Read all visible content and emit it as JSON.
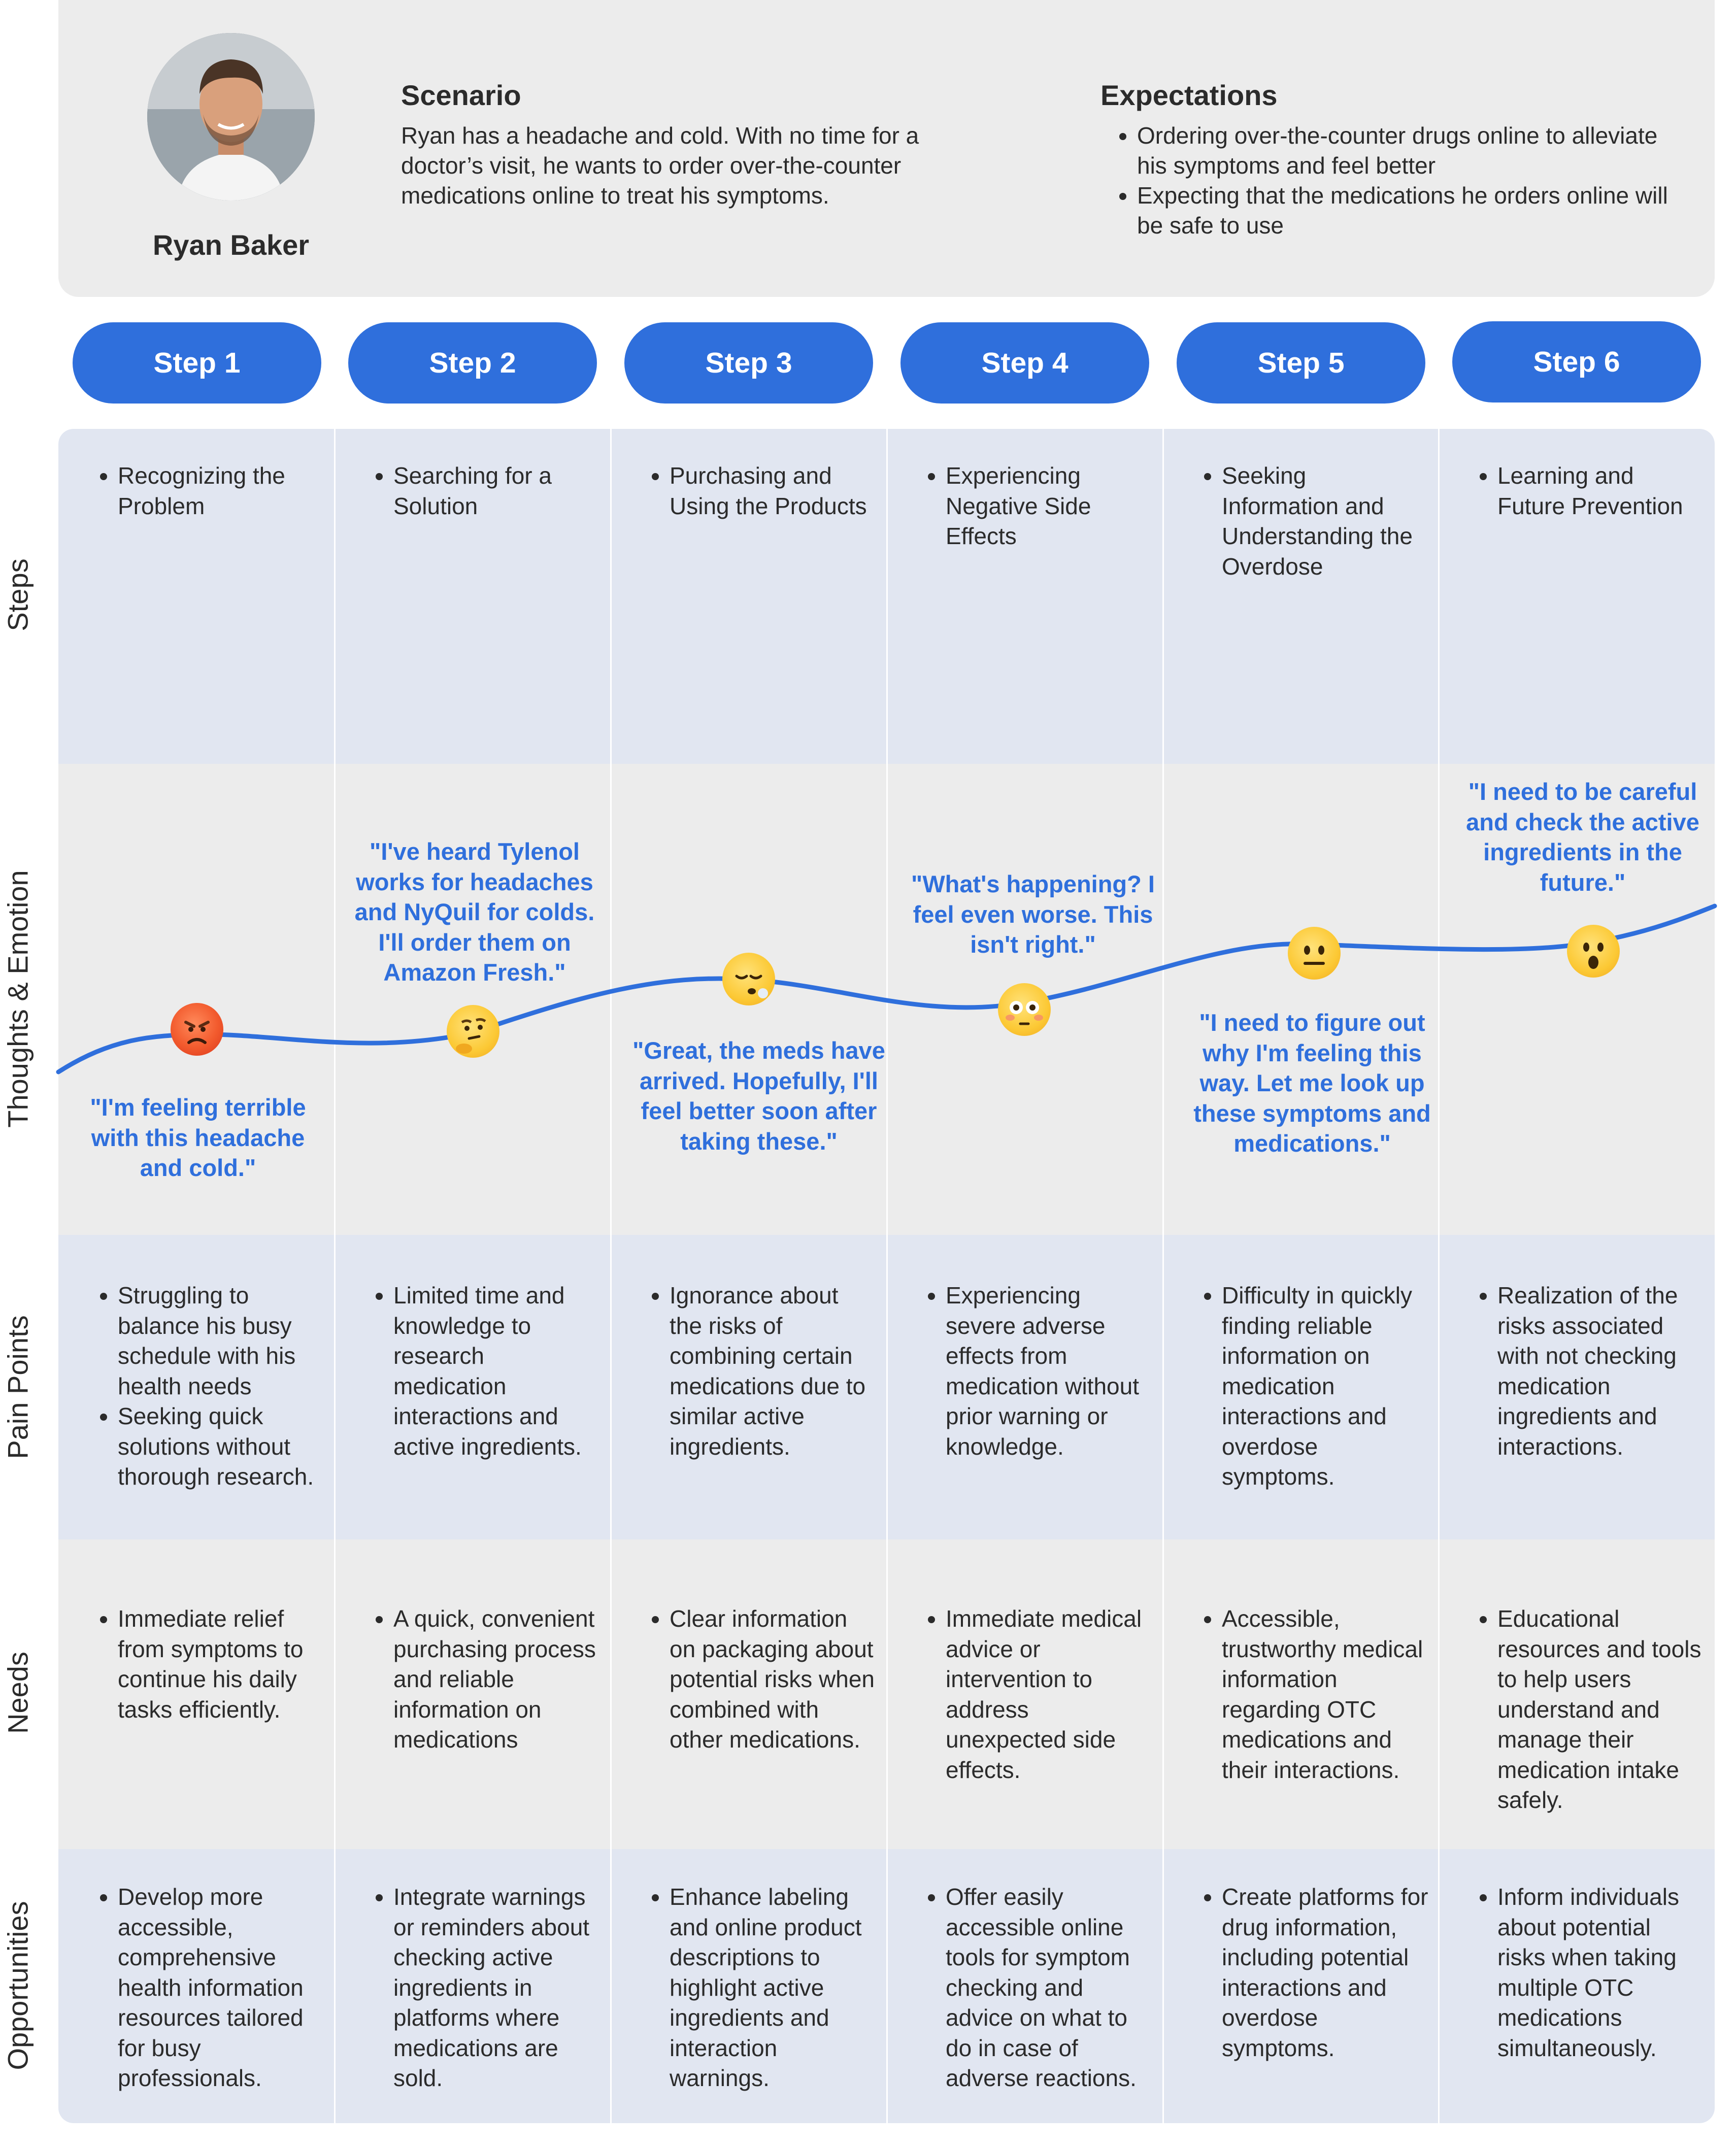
{
  "persona": {
    "name": "Ryan Baker",
    "scenario_title": "Scenario",
    "scenario_text": "Ryan has a headache and cold. With no time for a doctor’s visit, he wants to order over-the-counter medications online to treat his symptoms.",
    "expectations_title": "Expectations",
    "expectations": [
      "Ordering over-the-counter drugs online to alleviate his symptoms and feel better",
      "Expecting that the medications he orders online will be safe to use"
    ]
  },
  "steps": [
    "Step 1",
    "Step 2",
    "Step 3",
    "Step 4",
    "Step 5",
    "Step 6"
  ],
  "row_labels": {
    "steps": "Steps",
    "thoughts": "Thoughts & Emotion",
    "pain_points": "Pain Points",
    "needs": "Needs",
    "opportunities": "Opportunities"
  },
  "step_names": [
    "Recognizing the Problem",
    "Searching for a Solution",
    "Purchasing and Using the Products",
    "Experiencing Negative Side Effects",
    "Seeking Information and Understanding the Overdose",
    "Learning and Future Prevention"
  ],
  "thoughts": [
    "\"I'm feeling terrible with this headache and cold.\"",
    "\"I've heard Tylenol works for headaches and NyQuil for colds. I'll order them on Amazon Fresh.\"",
    "\"Great, the meds have arrived. Hopefully, I'll feel better soon after taking these.\"",
    "\"What's happening? I feel even worse. This isn't right.\"",
    "\"I need to figure out why I'm feeling this way. Let me look up these symptoms and medications.\"",
    "\"I need to be careful and check the active ingredients in the future.\""
  ],
  "emotions": [
    "angry-face-icon",
    "thinking-face-icon",
    "sighing-face-icon",
    "flushed-face-icon",
    "neutral-face-icon",
    "surprised-face-icon"
  ],
  "pain_points": [
    [
      "Struggling to balance his busy schedule with his health needs",
      "Seeking quick solutions without thorough research."
    ],
    [
      "Limited time and knowledge to research medication interactions and active ingredients."
    ],
    [
      "Ignorance about the risks of combining certain medications due to similar active ingredients."
    ],
    [
      "Experiencing severe adverse effects from medication without prior warning or knowledge."
    ],
    [
      "Difficulty in quickly finding reliable information on medication interactions and overdose symptoms."
    ],
    [
      "Realization of the risks associated with not checking medication ingredients and interactions."
    ]
  ],
  "needs": [
    "Immediate relief from symptoms to continue his daily tasks efficiently.",
    "A quick, convenient purchasing process and reliable information on medications",
    "Clear information on packaging about potential risks when combined with other medications.",
    "Immediate medical advice or intervention to address unexpected side effects.",
    "Accessible, trustworthy medical information regarding OTC medications and their interactions.",
    "Educational resources and tools to help users understand and manage their medication intake safely."
  ],
  "opportunities": [
    "Develop more accessible, comprehensive health information resources tailored for busy professionals.",
    "Integrate warnings or reminders about checking active ingredients in platforms where medications are sold.",
    "Enhance labeling and online product descriptions to highlight active ingredients and interaction warnings.",
    "Offer easily accessible online tools for symptom checking and advice on what to do in case of adverse reactions.",
    "Create platforms for drug information, including potential interactions and overdose symptoms.",
    "Inform individuals about potential risks when taking multiple OTC medications simultaneously."
  ],
  "colors": {
    "accent": "#2f6fdc",
    "band_blue": "#e1e6f1",
    "band_grey": "#ececec",
    "text": "#2b2b2b"
  }
}
